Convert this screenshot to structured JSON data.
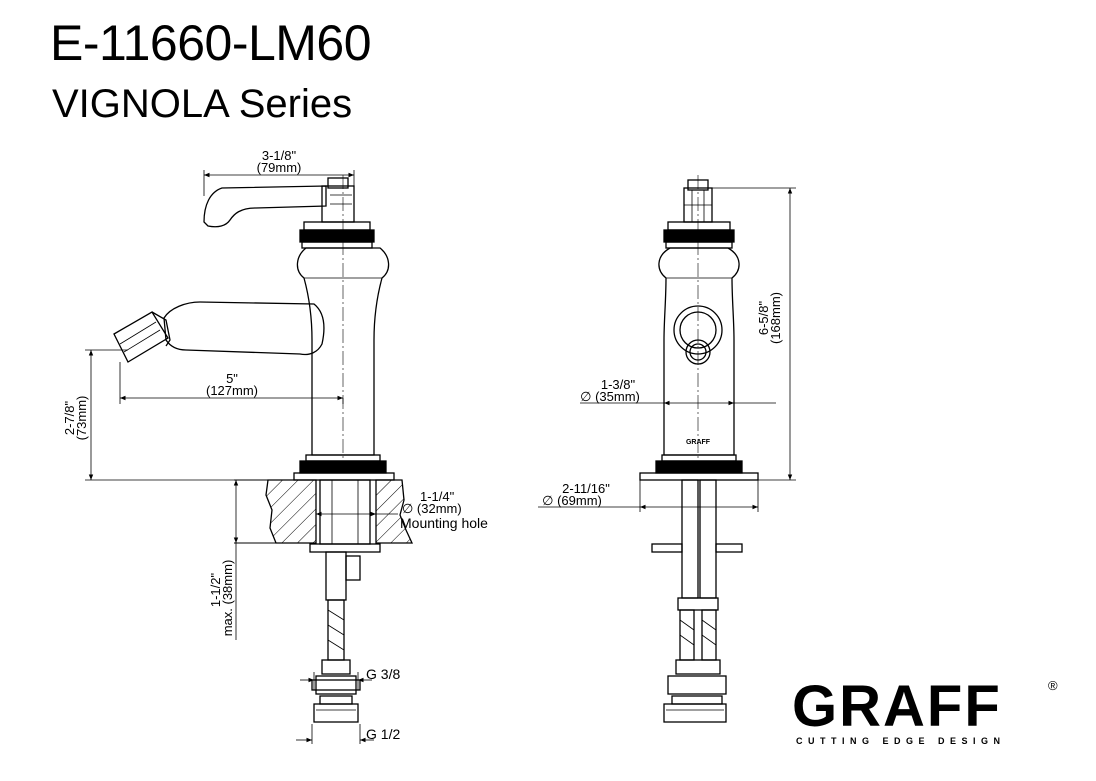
{
  "header": {
    "model": "E-11660-LM60",
    "series": "VIGNOLA Series"
  },
  "dimensions": {
    "handle_width_in": "3-1/8\"",
    "handle_width_mm": "(79mm)",
    "spout_reach_in": "5\"",
    "spout_reach_mm": "(127mm)",
    "spout_height_in": "2-7/8\"",
    "spout_height_mm": "(73mm)",
    "mount_hole_in": "1-1/4\"",
    "mount_hole_mm": "∅ (32mm)",
    "mount_hole_label": "Mounting hole",
    "deck_thickness_in": "1-1/2\"",
    "deck_thickness_mm": "max. (38mm)",
    "thread_top": "G 3/8",
    "thread_bottom": "G 1/2",
    "overall_height_in": "6-5/8\"",
    "overall_height_mm": "(168mm)",
    "body_dia_in": "1-3/8\"",
    "body_dia_mm": "∅ (35mm)",
    "base_dia_in": "2-11/16\"",
    "base_dia_mm": "∅ (69mm)"
  },
  "body_mark": "GRAFF",
  "brand": {
    "name": "GRAFF",
    "registered": "®",
    "tagline": "CUTTING EDGE DESIGN"
  }
}
